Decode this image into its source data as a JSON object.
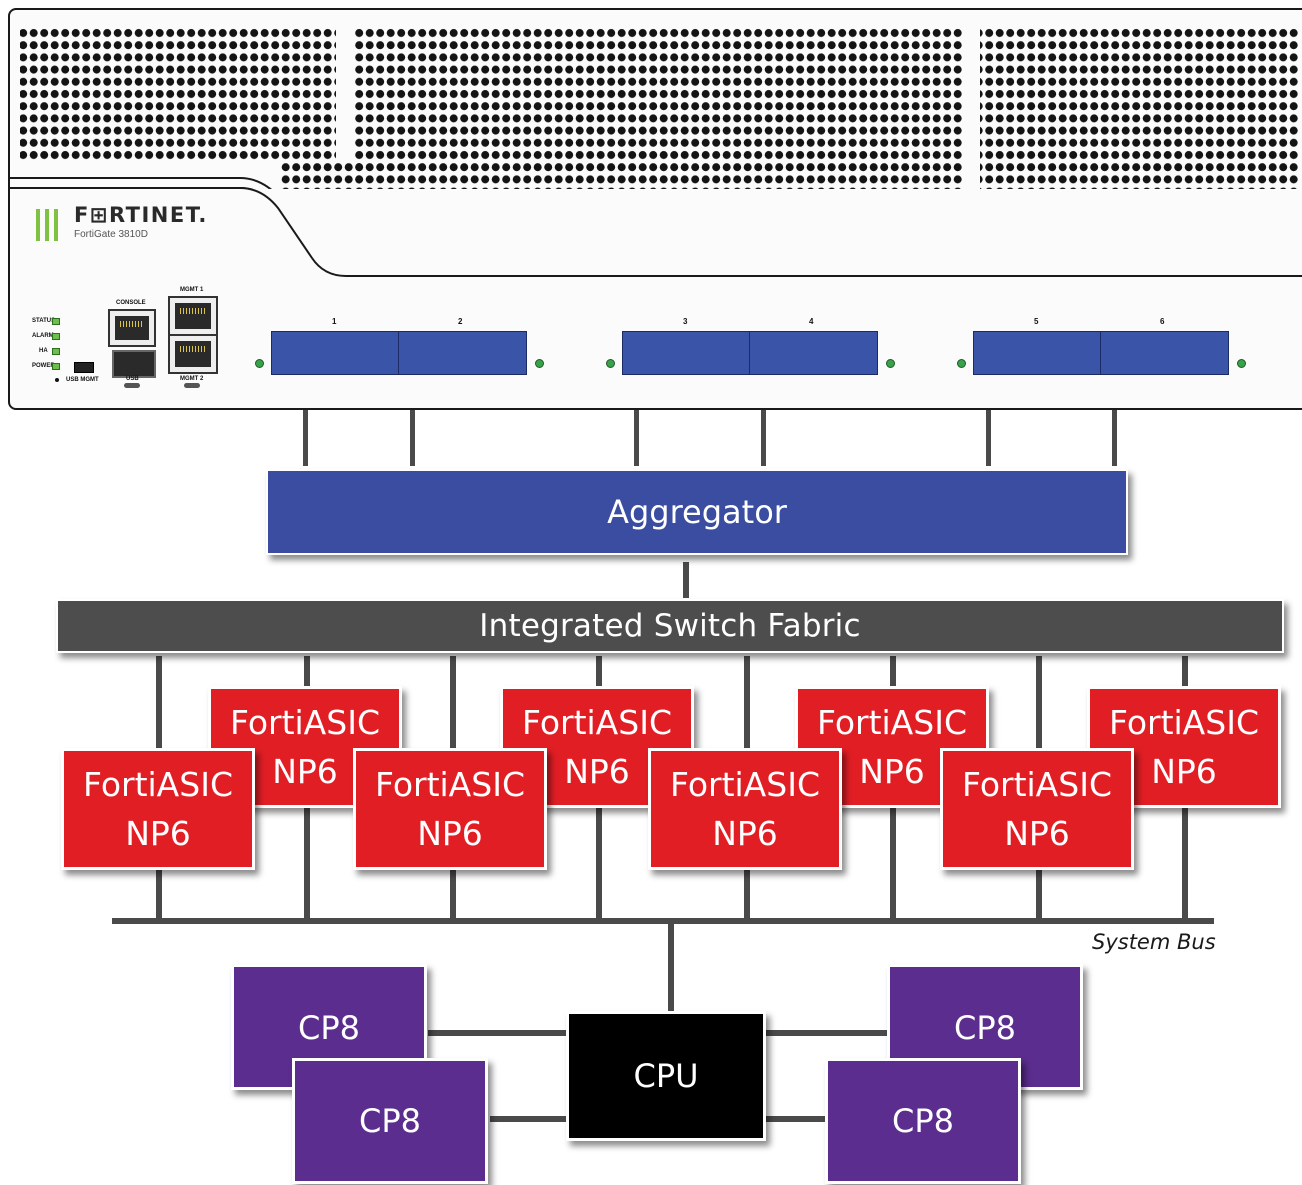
{
  "device": {
    "brand": "F⊞RTINET.",
    "model": "FortiGate 3810D",
    "led_labels": [
      "STATUS",
      "ALARM",
      "HA",
      "POWER"
    ],
    "console_label": "CONSOLE",
    "usb_label": "USB",
    "usb_mgmt_label": "USB MGMT",
    "mgmt1_label": "MGMT 1",
    "mgmt2_label": "MGMT 2",
    "port_numbers": [
      "1",
      "2",
      "3",
      "4",
      "5",
      "6"
    ]
  },
  "diagram": {
    "aggregator": "Aggregator",
    "fabric": "Integrated Switch Fabric",
    "np6_line1": "FortiASIC",
    "np6_line2": "NP6",
    "system_bus": "System Bus",
    "cp8": "CP8",
    "cpu": "CPU"
  },
  "colors": {
    "aggregator": "#3a4da0",
    "fabric": "#4d4d4d",
    "np6": "#e21e25",
    "cp8": "#5b2d8e",
    "cpu": "#000000",
    "port": "#3a55a8",
    "led": "#6cc04a"
  }
}
